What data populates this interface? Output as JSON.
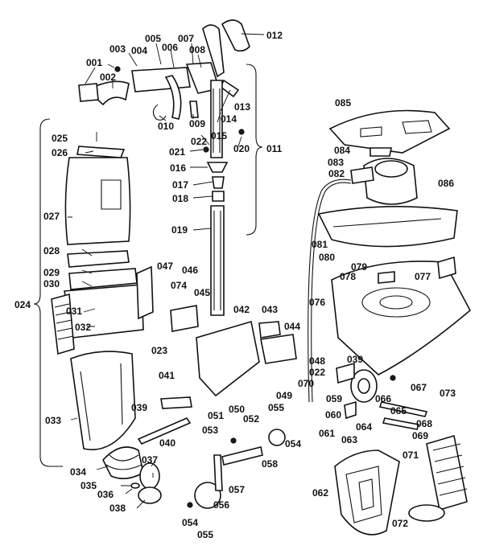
{
  "diagram": {
    "labels": {
      "p001": "001",
      "p002": "002",
      "p003": "003",
      "p004": "004",
      "p005": "005",
      "p006": "006",
      "p007": "007",
      "p008": "008",
      "p009": "009",
      "p010": "010",
      "p011": "011",
      "p012": "012",
      "p013": "013",
      "p014": "014",
      "p015": "015",
      "p016": "016",
      "p017": "017",
      "p018": "018",
      "p019": "019",
      "p020": "020",
      "p021": "021",
      "p022a": "022",
      "p022b": "022",
      "p023": "023",
      "p024": "024",
      "p025": "025",
      "p026": "026",
      "p027": "027",
      "p028": "028",
      "p029": "029",
      "p030": "030",
      "p031": "031",
      "p032": "032",
      "p033": "033",
      "p034": "034",
      "p035": "035",
      "p036": "036",
      "p037": "037",
      "p038": "038",
      "p039a": "039",
      "p039b": "039",
      "p040": "040",
      "p041": "041",
      "p042": "042",
      "p043": "043",
      "p044": "044",
      "p045": "045",
      "p046": "046",
      "p047": "047",
      "p048": "048",
      "p049": "049",
      "p050": "050",
      "p051": "051",
      "p052": "052",
      "p053": "053",
      "p054a": "054",
      "p054b": "054",
      "p055a": "055",
      "p055b": "055",
      "p056": "056",
      "p057": "057",
      "p058": "058",
      "p059": "059",
      "p060": "060",
      "p061": "061",
      "p062": "062",
      "p063": "063",
      "p064": "064",
      "p065": "065",
      "p066": "066",
      "p067": "067",
      "p068": "068",
      "p069": "069",
      "p070": "070",
      "p071": "071",
      "p072": "072",
      "p073": "073",
      "p074": "074",
      "p076": "076",
      "p077": "077",
      "p078": "078",
      "p079": "079",
      "p080": "080",
      "p081": "081",
      "p082": "082",
      "p083": "083",
      "p084": "084",
      "p085": "085",
      "p086": "086"
    }
  }
}
